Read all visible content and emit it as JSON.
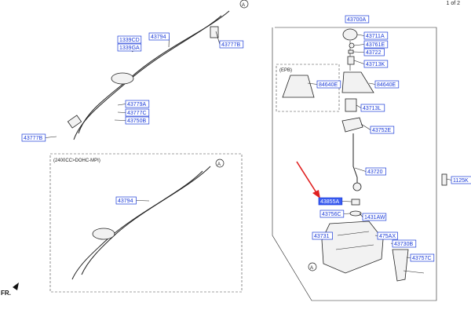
{
  "page_indicator": "1 of 2",
  "engine_note": "(2400CC>DOHC-MPI)",
  "epb_label": "(EPB)",
  "direction_label": "FR.",
  "ref_marker": "A",
  "colors": {
    "label": "#1a3ad8",
    "highlight": "#3a5cf0",
    "arrow": "#e02020",
    "line": "#222222"
  },
  "callouts": [
    {
      "id": "43700A",
      "text": "43700A"
    },
    {
      "id": "43711A",
      "text": "43711A"
    },
    {
      "id": "43761E",
      "text": "43761E"
    },
    {
      "id": "43722",
      "text": "43722"
    },
    {
      "id": "43713K",
      "text": "43713K"
    },
    {
      "id": "84640E-a",
      "text": "84640E"
    },
    {
      "id": "84640E-b",
      "text": "84640E"
    },
    {
      "id": "43713L",
      "text": "43713L"
    },
    {
      "id": "43752E",
      "text": "43752E"
    },
    {
      "id": "43720",
      "text": "43720"
    },
    {
      "id": "43855A",
      "text": "43855A",
      "highlighted": true
    },
    {
      "id": "1125K",
      "text": "1125K"
    },
    {
      "id": "43756C",
      "text": "43756C"
    },
    {
      "id": "1431AW",
      "text": "1431AW"
    },
    {
      "id": "43731",
      "text": "43731"
    },
    {
      "id": "475AX",
      "text": "475AX"
    },
    {
      "id": "43730B",
      "text": "43730B"
    },
    {
      "id": "43757C",
      "text": "43757C"
    },
    {
      "id": "43794-top",
      "text": "43794"
    },
    {
      "id": "1339CD",
      "text": "1339CD"
    },
    {
      "id": "1339GA",
      "text": "1339GA"
    },
    {
      "id": "43777B-a",
      "text": "43777B"
    },
    {
      "id": "43779A",
      "text": "43779A"
    },
    {
      "id": "43777C",
      "text": "43777C"
    },
    {
      "id": "43750B",
      "text": "43750B"
    },
    {
      "id": "43777B-b",
      "text": "43777B"
    },
    {
      "id": "43794-bottom",
      "text": "43794"
    }
  ]
}
